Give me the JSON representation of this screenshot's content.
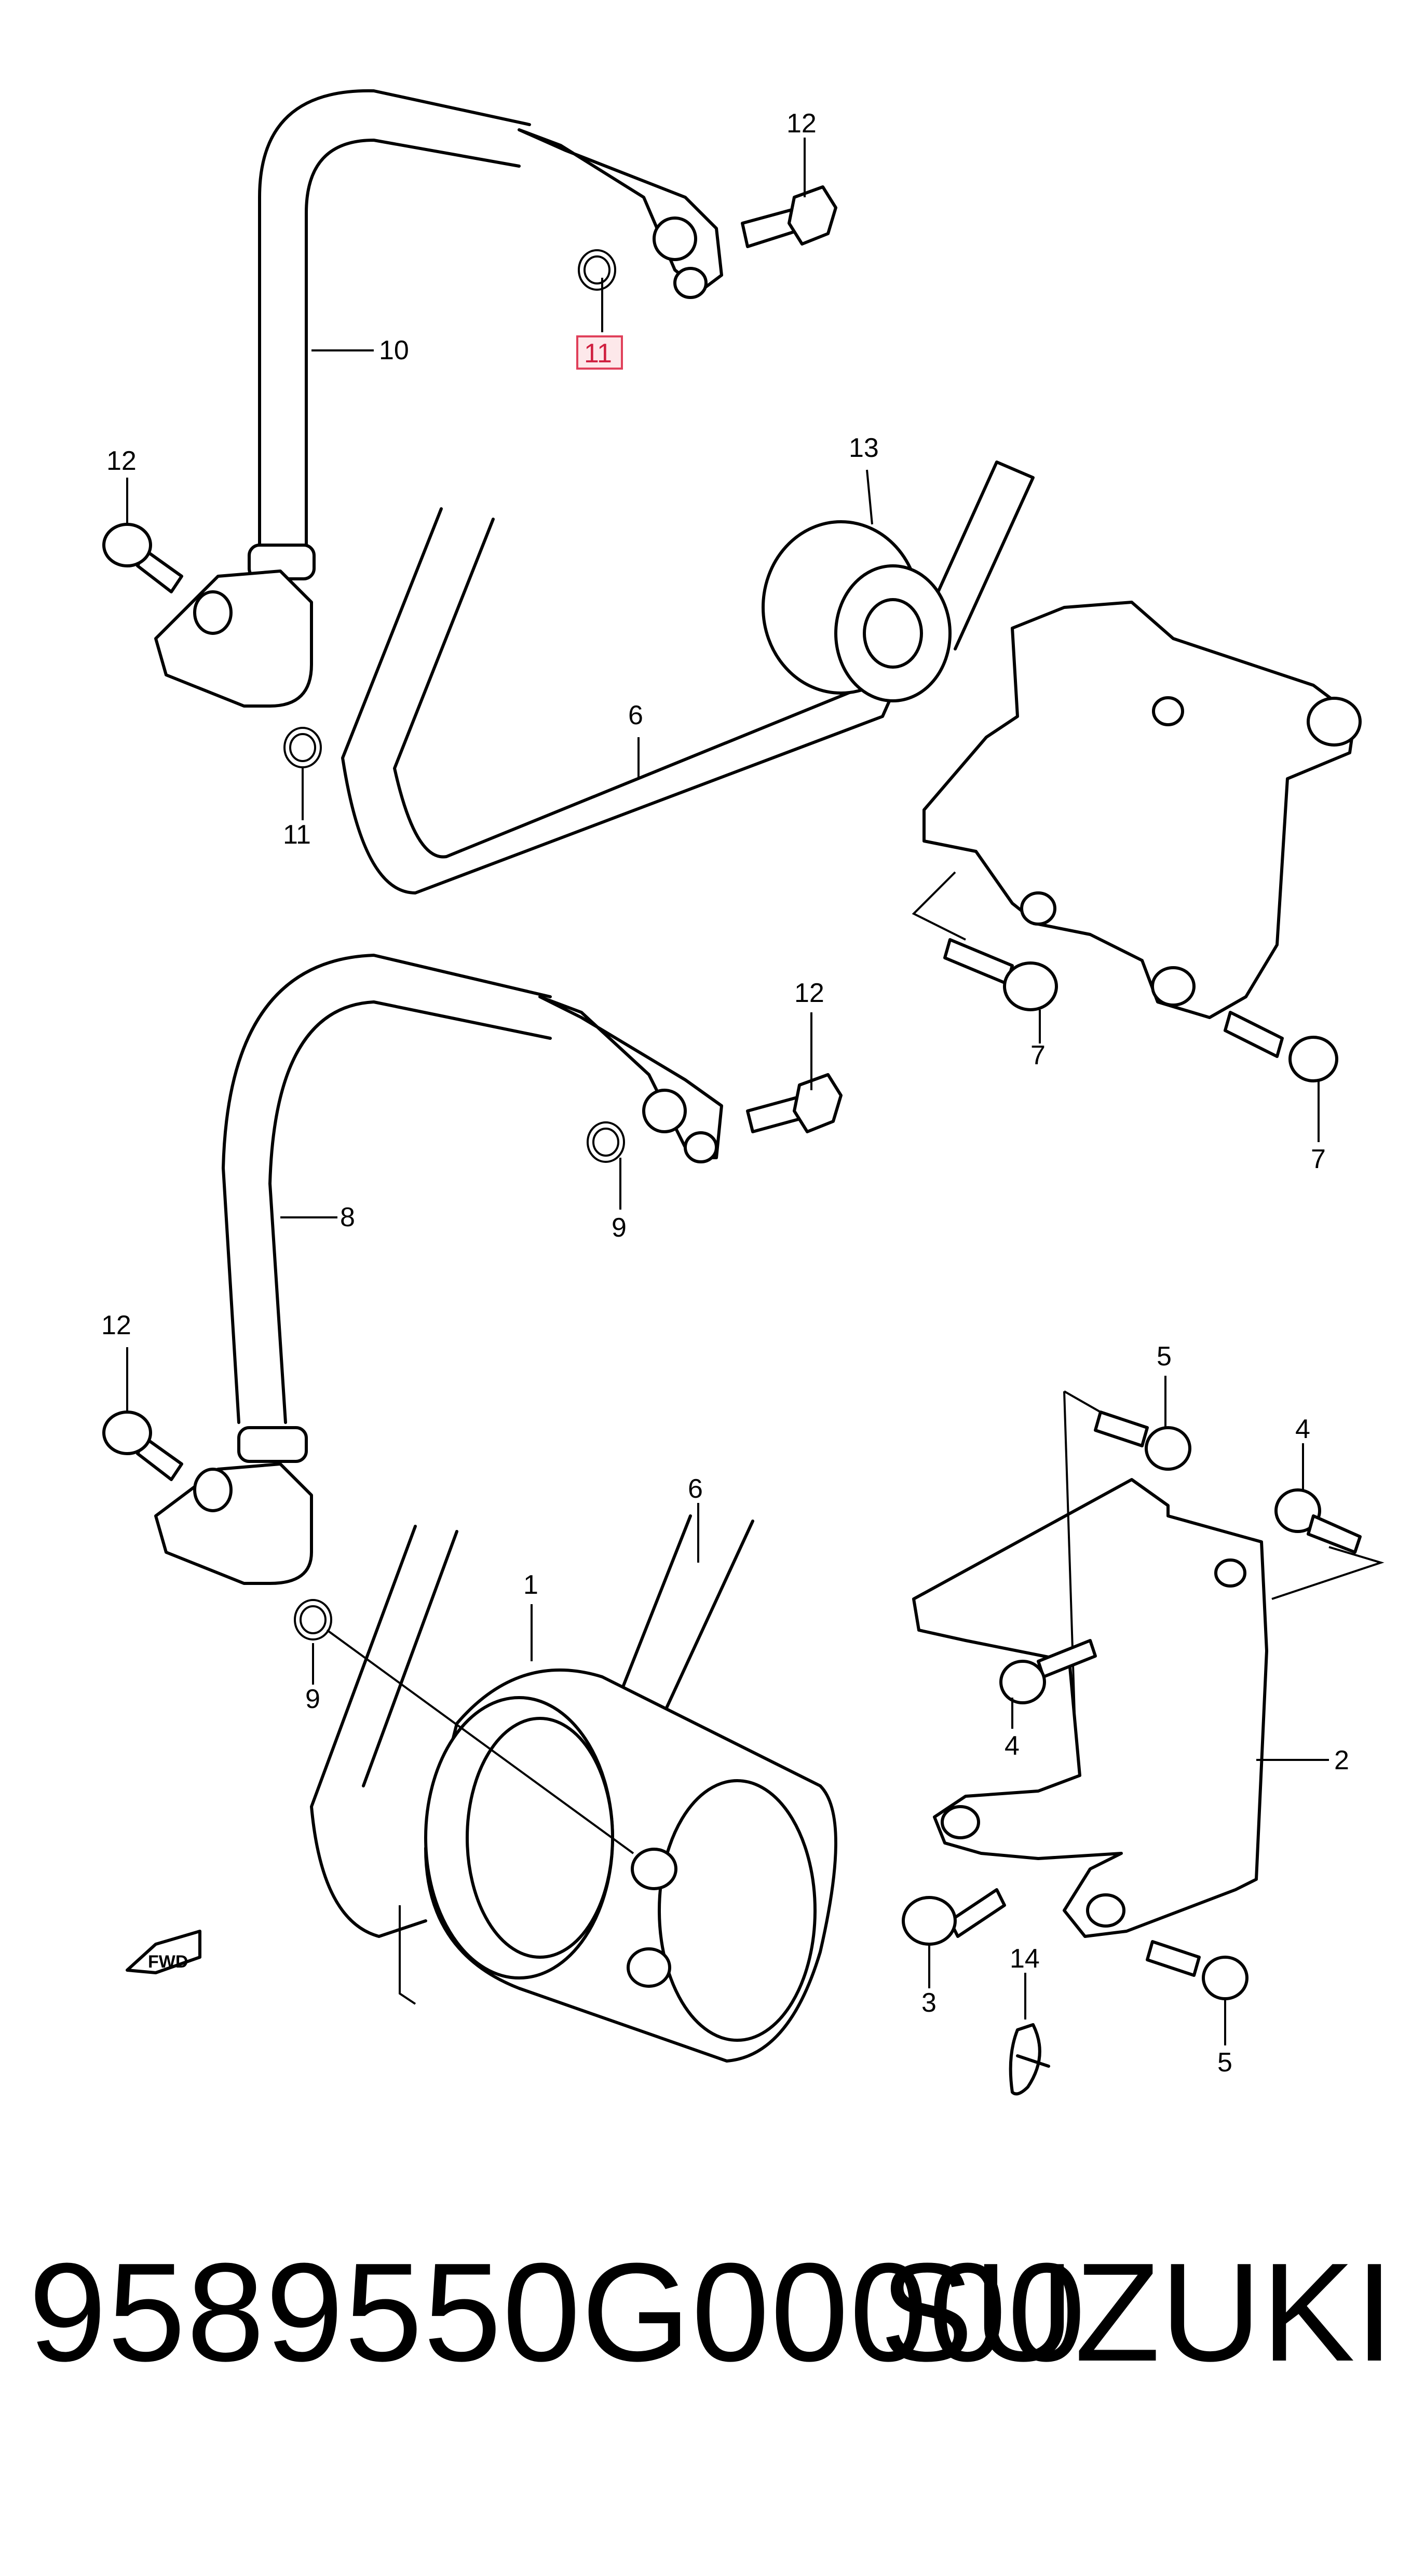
{
  "diagram": {
    "labels": {
      "l12a": "12",
      "l11top": "11",
      "l10": "10",
      "l12b": "12",
      "l13": "13",
      "l6top": "6",
      "l11mid": "11",
      "l7a": "7",
      "l7b": "7",
      "l12c": "12",
      "l8": "8",
      "l9mid": "9",
      "l12d": "12",
      "l5a": "5",
      "l4a": "4",
      "l6bot": "6",
      "l1": "1",
      "l9bot": "9",
      "l4b": "4",
      "l2": "2",
      "l14": "14",
      "l3": "3",
      "l5b": "5"
    },
    "fwd_badge": "FWD",
    "highlight_color": "#e0405a"
  },
  "footer": {
    "part_number": "9589550G00000",
    "brand": "SUZUKI"
  }
}
